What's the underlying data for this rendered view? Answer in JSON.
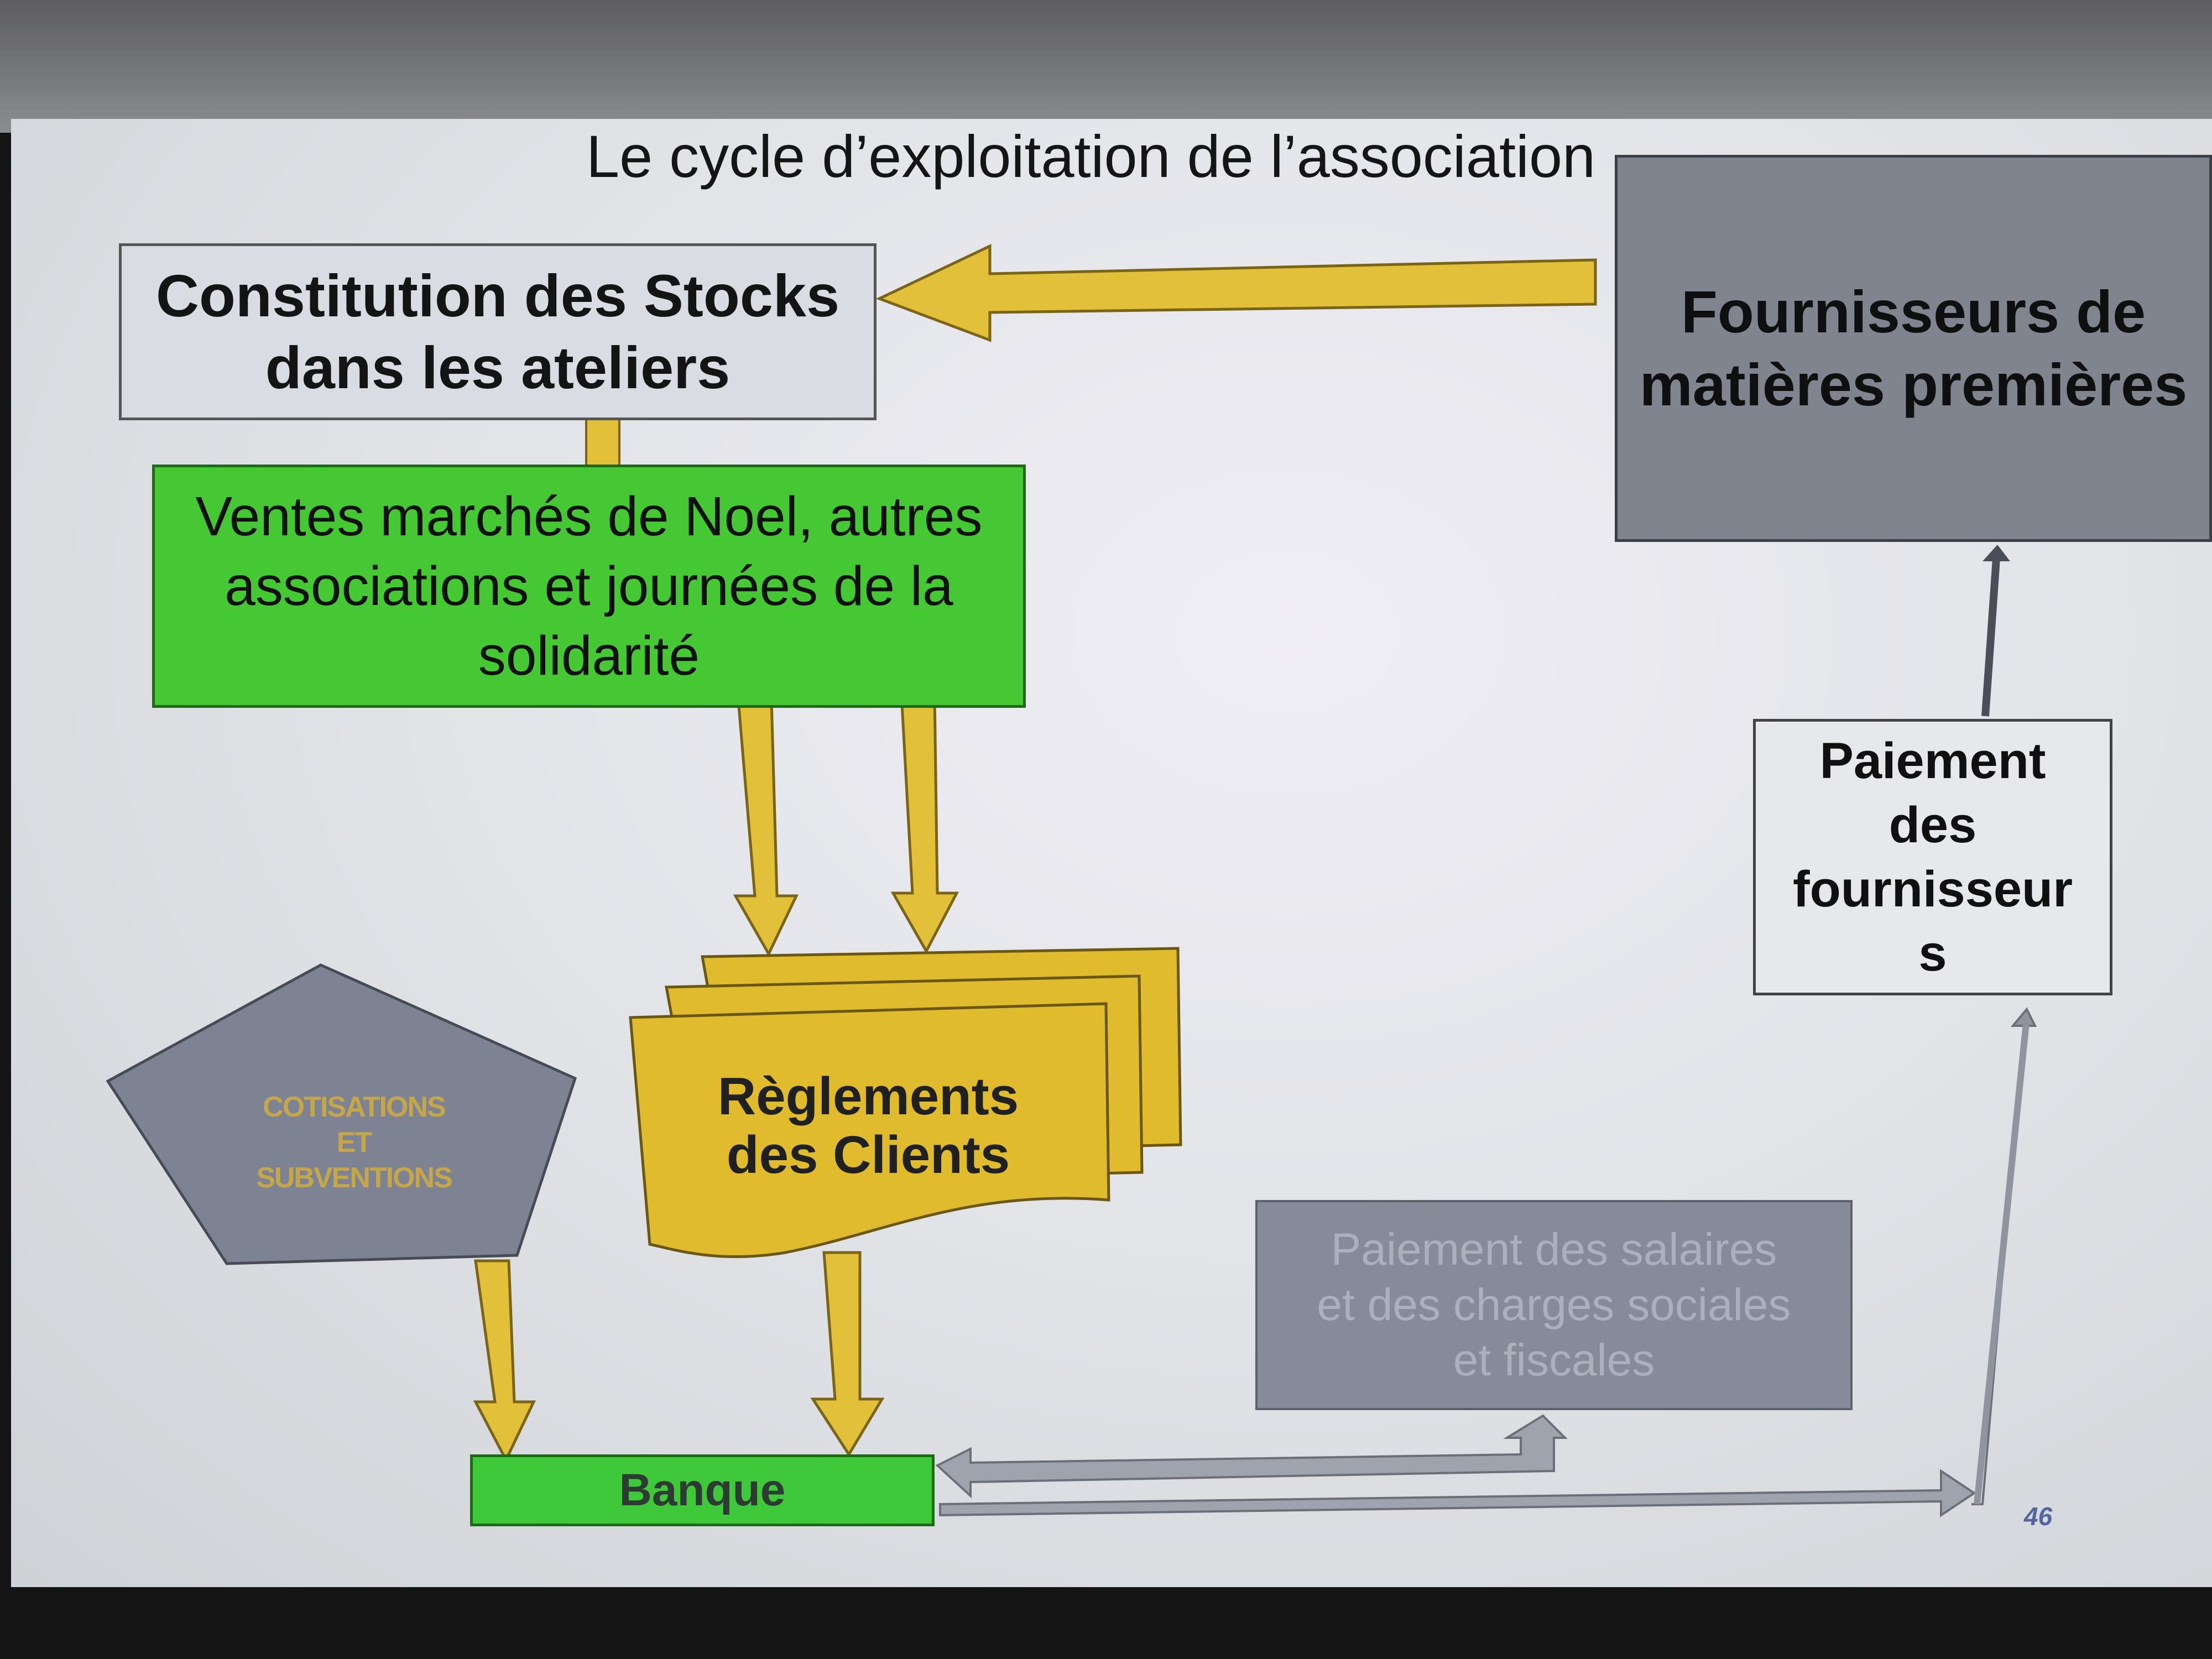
{
  "title": "Le cycle d’exploitation de l’association",
  "boxes": {
    "stocks": [
      "Constitution des Stocks",
      "dans les ateliers"
    ],
    "fournisseurs": [
      "Fournisseurs de",
      "matières premières"
    ],
    "ventes": [
      "Ventes marchés de Noel, autres",
      "associations  et journées de la",
      "solidarité"
    ],
    "reglements": [
      "Règlements",
      "des Clients"
    ],
    "cotisations": [
      "COTISATIONS",
      "ET",
      "SUBVENTIONS"
    ],
    "paiement_fournisseurs": [
      "Paiement",
      "des",
      "fournisseur",
      "s"
    ],
    "salaires": [
      "Paiement des salaires",
      "et des charges sociales",
      "et fiscales"
    ],
    "banque": "Banque"
  },
  "page_number": "46",
  "colors": {
    "arrow_yellow": "#e2c03a",
    "document_yellow": "#e0bb2e",
    "green": "#45c834",
    "grey_box": "#7f848f"
  }
}
